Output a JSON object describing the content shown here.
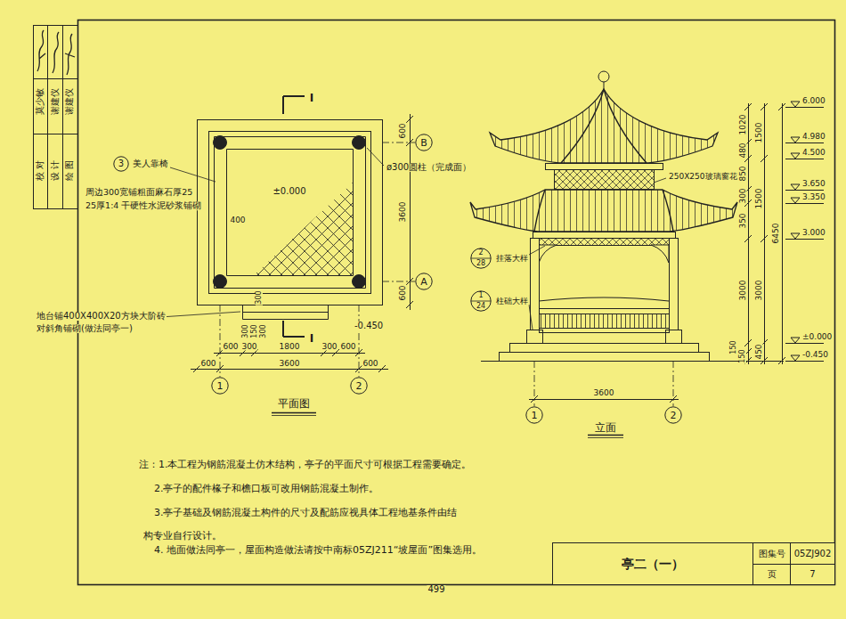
{
  "diagram": {
    "nodes": [
      {
        "text": [
          "B"
        ]
      },
      {
        "text": [
          "A"
        ]
      },
      {
        "text": [
          "1"
        ]
      },
      {
        "text": [
          "2"
        ]
      },
      {
        "text": [
          "3"
        ]
      },
      {
        "text": [
          "2",
          "28"
        ]
      },
      {
        "text": [
          "1",
          "24"
        ]
      },
      {
        "text": [
          "1"
        ]
      },
      {
        "text": [
          "2"
        ]
      },
      {
        "text": [
          "亭二（一）"
        ]
      },
      {
        "text": [
          "图集号"
        ]
      },
      {
        "text": [
          "05ZJ902"
        ]
      },
      {
        "text": [
          "页"
        ]
      },
      {
        "text": [
          "7"
        ]
      }
    ],
    "labels": [
      "校对",
      "莫少敏",
      "设计",
      "谢建仪",
      "绘图",
      "谢建仪",
      "I",
      "美人靠椅",
      "周边300宽铺粗面麻石厚25",
      "25厚1:4 干硬性水泥砂浆铺砌",
      "400",
      "±0.000",
      "ø300圆柱（完成面）",
      "600",
      "3600",
      "600",
      "300",
      "-0.450",
      "地台铺400X400X20方块大阶砖",
      "对斜角铺砌(做法同亭一)",
      "I",
      "300",
      "150",
      "300",
      "600",
      "300",
      "1800",
      "300",
      "600",
      "600",
      "3600",
      "600",
      "平面图",
      "6.000",
      "4.980",
      "4.500",
      "3.650",
      "3.350",
      "3.000",
      "±0.000",
      "-0.450",
      "1020",
      "480",
      "850",
      "300",
      "350",
      "3000",
      "150",
      "150",
      "1500",
      "1500",
      "3000",
      "450",
      "6450",
      "250X250玻璃窗花",
      "挂落大样",
      "柱础大样",
      "3600",
      "立面",
      "注：1.本工程为钢筋混凝土仿木结构，亭子的平面尺寸可根据工程需要确定。",
      "2.亭子的配件椽子和檐口板可改用钢筋混凝土制作。",
      "3.亭子基础及钢筋混凝土构件的尺寸及配筋应视具体工程地基条件由结构专业自行设计。",
      "4. 地面做法同亭一，屋面构造做法请按中南标05ZJ211“坡屋面”图集选用。",
      "499"
    ]
  }
}
